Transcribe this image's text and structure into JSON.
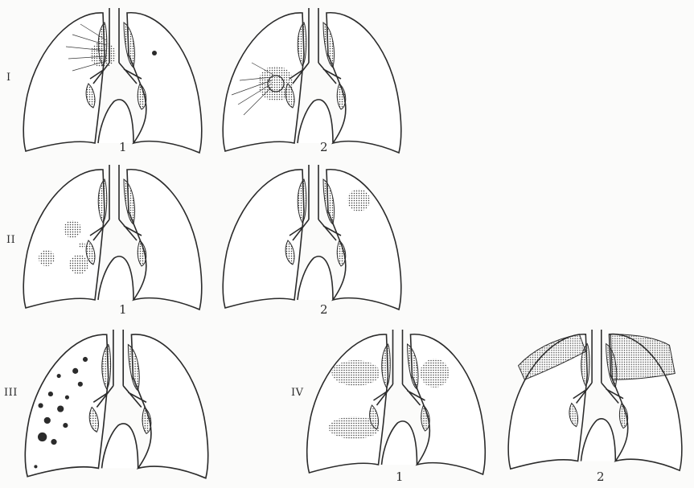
{
  "figure": {
    "row_labels": [
      "I",
      "II",
      "III",
      "IV"
    ],
    "panel_labels": {
      "I_1": "1",
      "I_2": "2",
      "II_1": "1",
      "II_2": "2",
      "IV_1": "1",
      "IV_2": "2"
    }
  },
  "colors": {
    "ink": "#2b2b2b",
    "stipple": "#3a3a3a",
    "background": "#fbfbfa"
  }
}
